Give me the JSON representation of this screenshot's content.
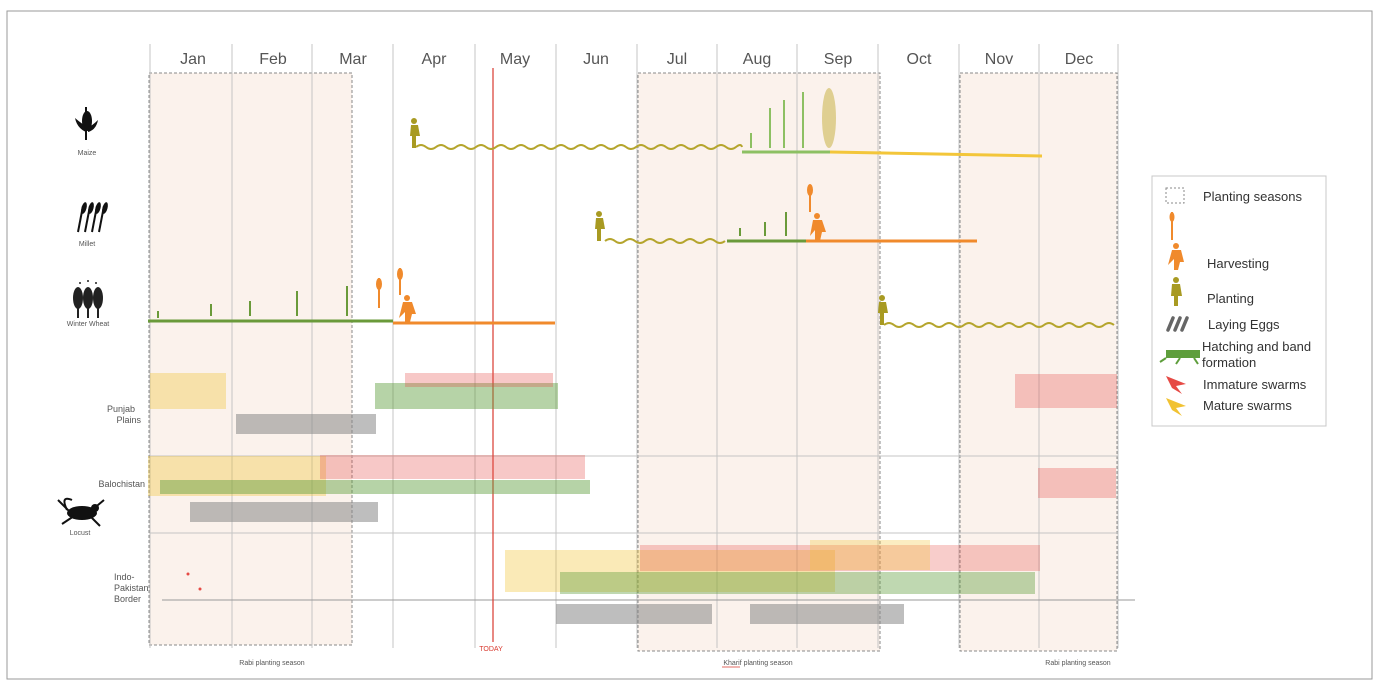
{
  "months": [
    "Jan",
    "Feb",
    "Mar",
    "Apr",
    "May",
    "Jun",
    "Jul",
    "Aug",
    "Sep",
    "Oct",
    "Nov",
    "Dec"
  ],
  "crops": [
    {
      "key": "maize",
      "label": "Maize",
      "icon": "maize-icon"
    },
    {
      "key": "millet",
      "label": "Millet",
      "icon": "millet-icon"
    },
    {
      "key": "wheat",
      "label": "Winter Wheat",
      "icon": "wheat-icon"
    }
  ],
  "regions": [
    "Punjab Plains",
    "Balochistan",
    "Indo-Pakistan Border"
  ],
  "region_lines": {
    "punjab": [
      "Punjab",
      "Plains"
    ],
    "indo": [
      "Indo-",
      "Pakistan",
      "Border"
    ]
  },
  "locust_label": "Locust",
  "today_label": "TODAY",
  "seasons": {
    "rabi_left": "Rabi planting season",
    "kharif": "Kharif planting season",
    "rabi_right": "Rabi planting season"
  },
  "legend": [
    {
      "label": "Planting seasons",
      "icon": "dashed-box-icon"
    },
    {
      "label": "Harvesting",
      "icon": "harvester-icon"
    },
    {
      "label": "Planting",
      "icon": "planter-icon"
    },
    {
      "label": "Laying Eggs",
      "icon": "eggs-icon"
    },
    {
      "label": "Hatching and band",
      "icon": "hopper-band-icon"
    },
    {
      "label": "formation",
      "icon": ""
    },
    {
      "label": "Immature swarms",
      "icon": "immature-swarm-icon"
    },
    {
      "label": "Mature swarms",
      "icon": "mature-swarm-icon"
    }
  ],
  "colors": {
    "planting": "#b5a52d",
    "growing": "#6a9a3a",
    "harvest": "#f08a2c",
    "maize_late": "#f3c63a",
    "eggs": "#888888",
    "hopper": "#5e9e3c",
    "immature": "#e64a45",
    "mature": "#f1c232",
    "season_fill": "#fbf2ec",
    "today": "#d93a2f"
  }
}
